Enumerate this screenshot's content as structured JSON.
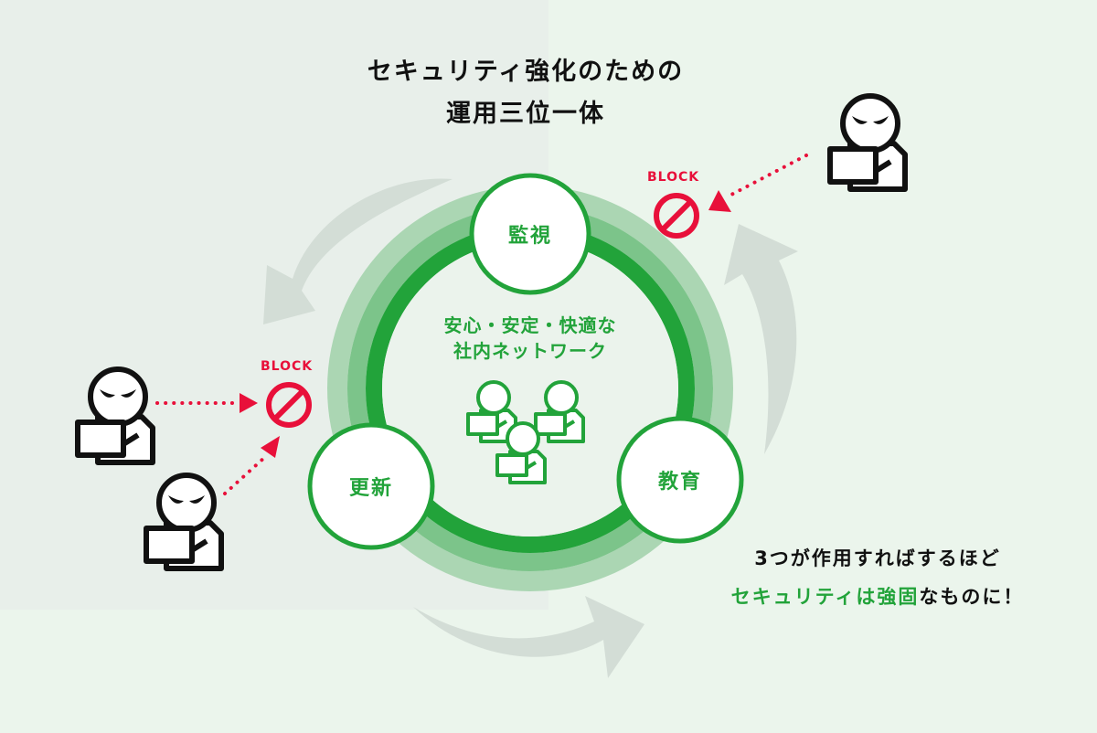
{
  "title": {
    "line1": "セキュリティ強化のための",
    "line2": "運用三位一体"
  },
  "center": {
    "line1": "安心・安定・快適な",
    "line2": "社内ネットワーク",
    "icon": "office-users-icon"
  },
  "nodes": [
    {
      "id": "monitoring",
      "label": "監視"
    },
    {
      "id": "update",
      "label": "更新"
    },
    {
      "id": "education",
      "label": "教育"
    }
  ],
  "blocks": [
    {
      "label": "BLOCK",
      "icon": "prohibited-icon"
    },
    {
      "label": "BLOCK",
      "icon": "prohibited-icon"
    }
  ],
  "attackers": [
    {
      "icon": "hacker-icon"
    },
    {
      "icon": "hacker-icon"
    },
    {
      "icon": "hacker-icon"
    }
  ],
  "conclusion": {
    "line1": "3つが作用すればするほど",
    "line2_highlight": "セキュリティは強固",
    "line2_rest": "なものに！"
  },
  "colors": {
    "green": "#22a33a",
    "green_mid": "#7cc48a",
    "green_light": "#abd6b3",
    "red": "#e8103a",
    "cycle_arrow": "#d3ddd6"
  }
}
